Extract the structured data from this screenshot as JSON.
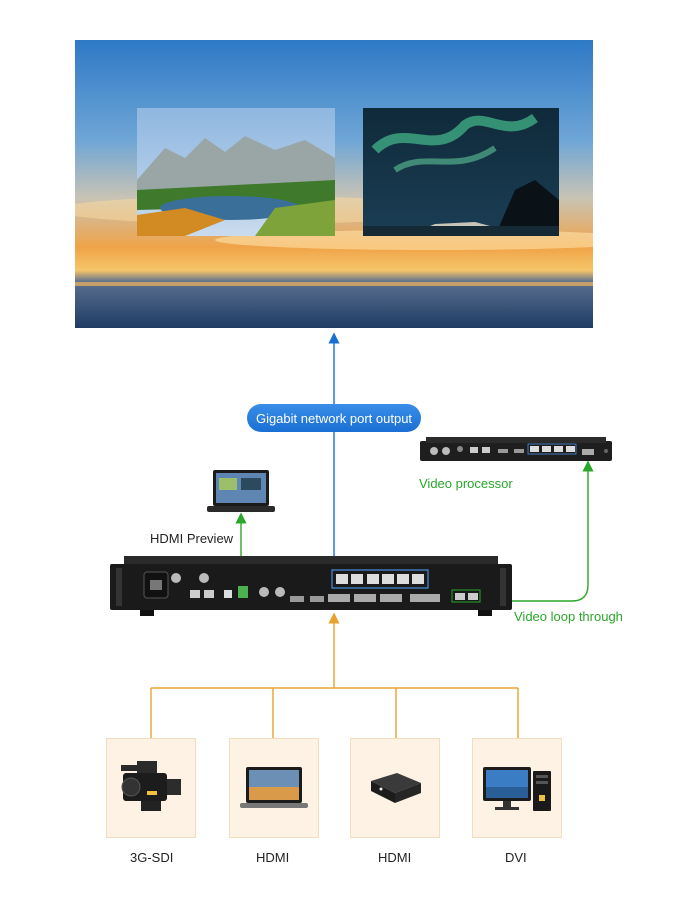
{
  "labels": {
    "gigabit": "Gigabit network port output",
    "hdmi_preview": "HDMI Preview",
    "video_processor": "Video processor",
    "video_loop": "Video loop through"
  },
  "sources": [
    {
      "label": "3G-SDI",
      "icon": "camcorder-icon"
    },
    {
      "label": "HDMI",
      "icon": "laptop-icon"
    },
    {
      "label": "HDMI",
      "icon": "media-box-icon"
    },
    {
      "label": "DVI",
      "icon": "desktop-pc-icon"
    }
  ],
  "colors": {
    "input_lines": "#e8a32f",
    "loop_lines": "#2aa72a",
    "output_line": "#1a6fd4",
    "pill": "#1a6fd4"
  }
}
